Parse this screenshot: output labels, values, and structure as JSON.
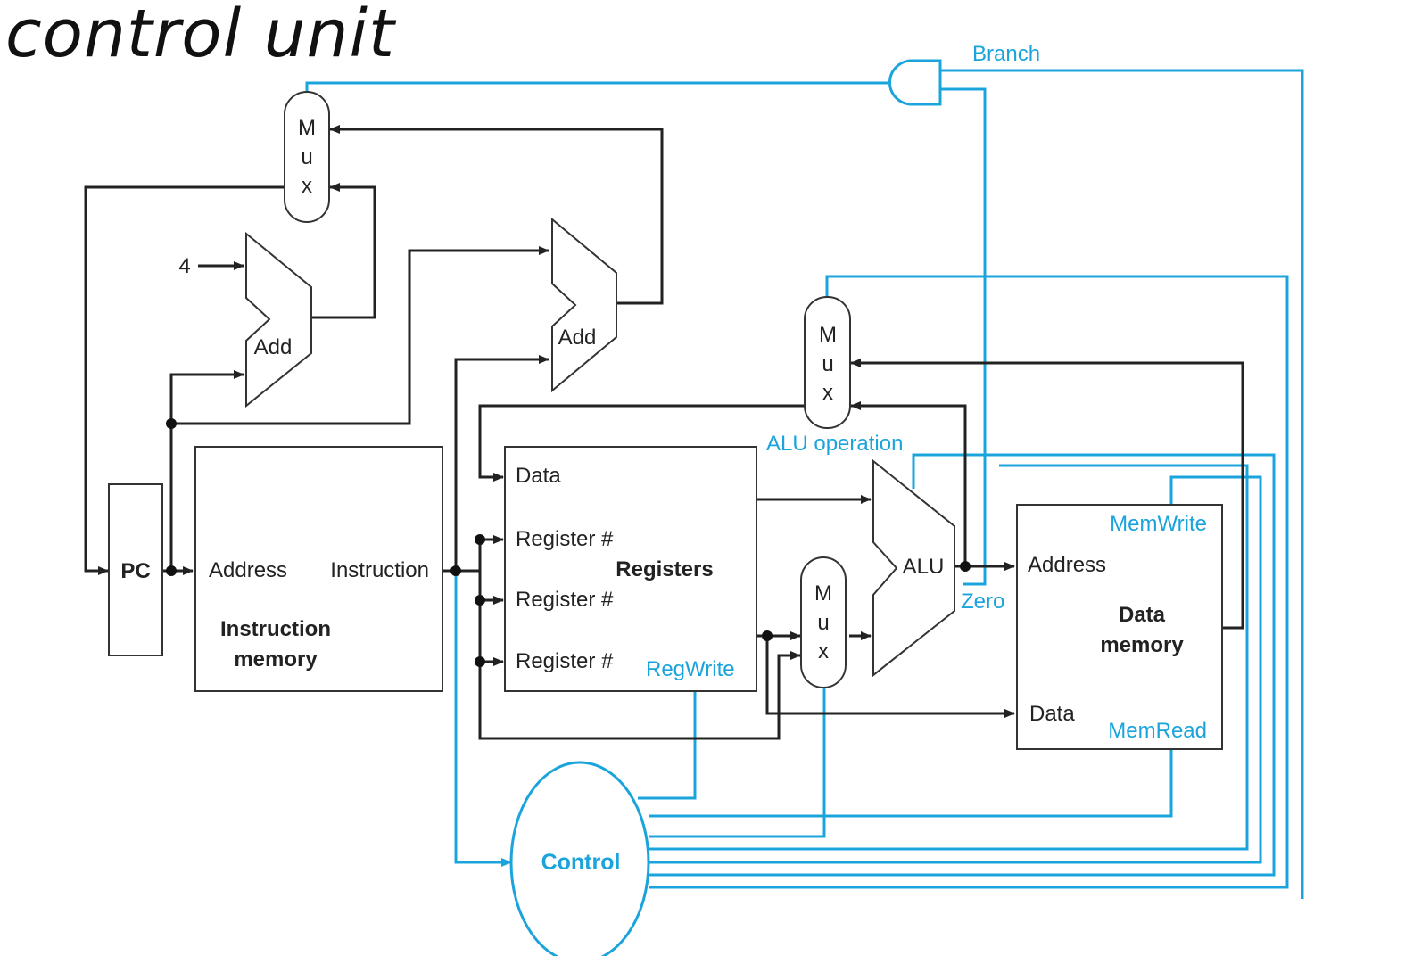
{
  "title": "control unit",
  "colors": {
    "control": "#1ba4dc",
    "datapath": "#222222"
  },
  "labels": {
    "pc": "PC",
    "four": "4",
    "add": "Add",
    "mux_m": "M",
    "mux_u": "u",
    "mux_x": "x",
    "address": "Address",
    "instruction": "Instruction",
    "instr_mem_1": "Instruction",
    "instr_mem_2": "memory",
    "data": "Data",
    "register_num": "Register #",
    "registers": "Registers",
    "alu": "ALU",
    "data_mem_1": "Data",
    "data_mem_2": "memory",
    "control": "Control"
  },
  "control_signals": {
    "branch": "Branch",
    "alu_operation": "ALU operation",
    "memwrite": "MemWrite",
    "memread": "MemRead",
    "regwrite": "RegWrite",
    "zero": "Zero"
  }
}
